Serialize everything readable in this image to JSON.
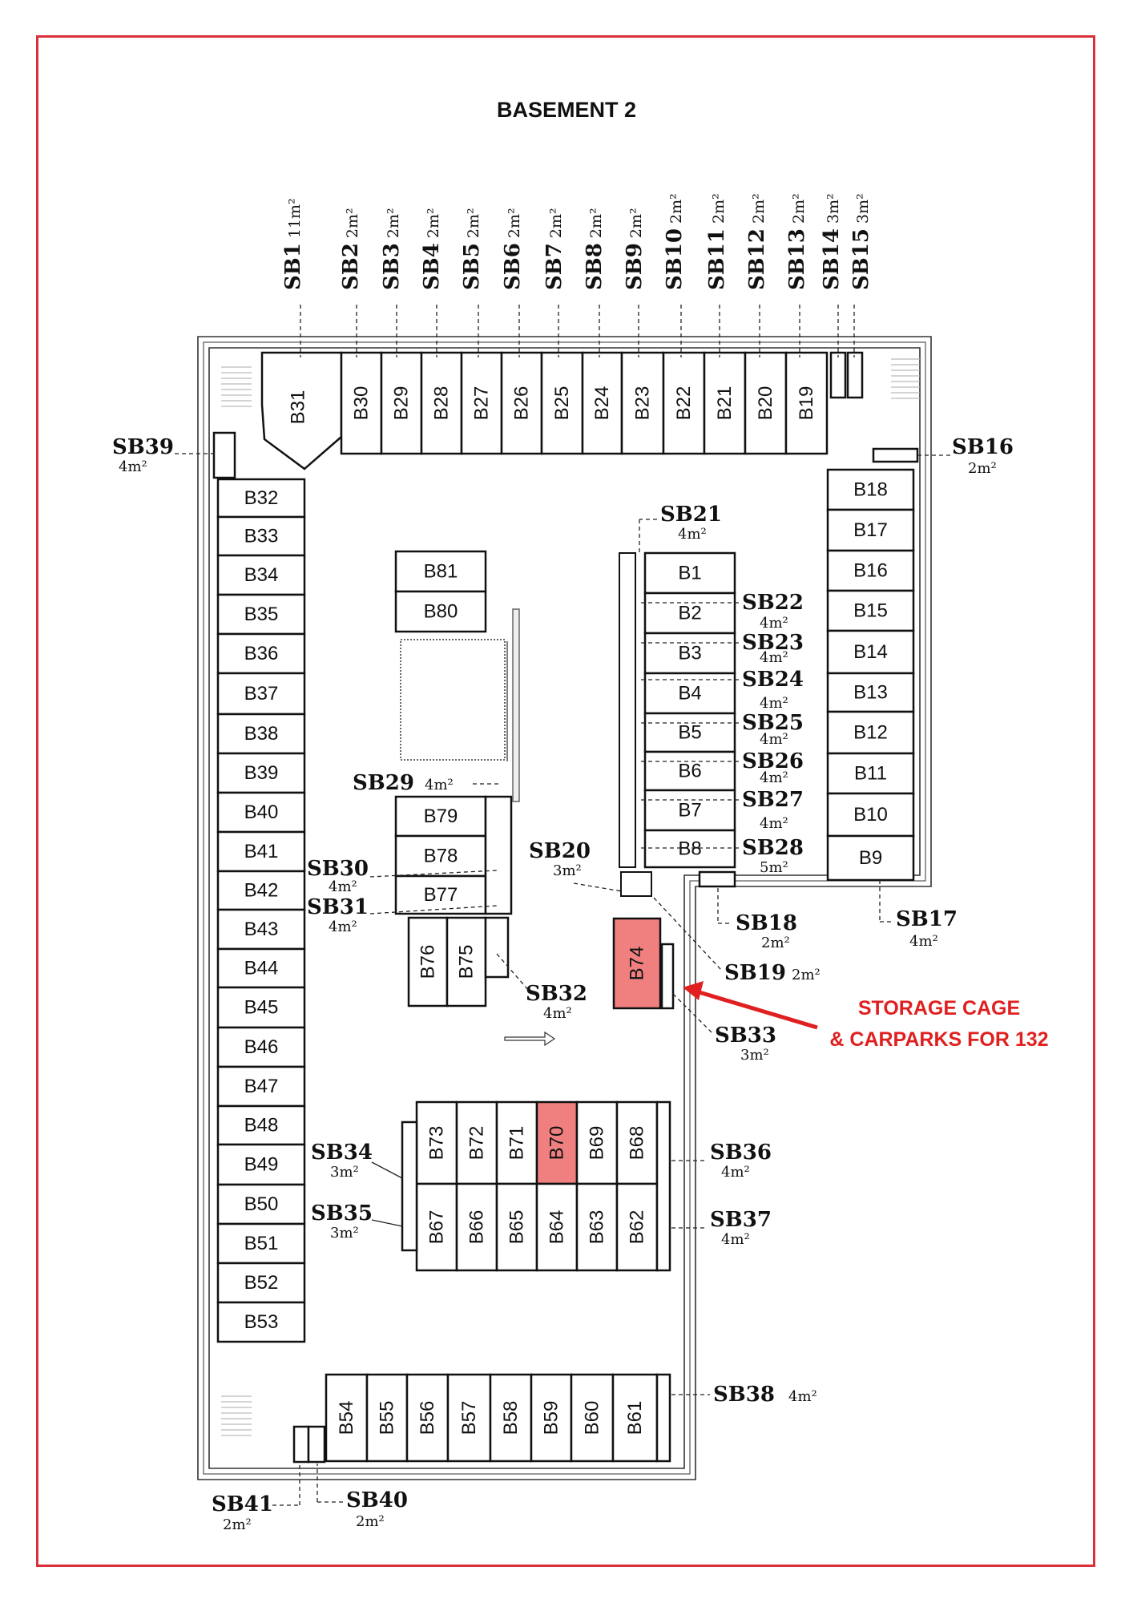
{
  "title": "BASEMENT 2",
  "colors": {
    "frame": "#d9303a",
    "highlight": "#f08080",
    "annotation": "#e02020",
    "ink": "#111111"
  },
  "annotation": {
    "line1": "STORAGE CAGE",
    "line2": "& CARPARKS FOR 132"
  },
  "highlighted_bays": [
    "B74",
    "B70"
  ],
  "top_bays": [
    "B31",
    "B30",
    "B29",
    "B28",
    "B27",
    "B26",
    "B25",
    "B24",
    "B23",
    "B22",
    "B21",
    "B20",
    "B19"
  ],
  "left_bays": [
    "B32",
    "B33",
    "B34",
    "B35",
    "B36",
    "B37",
    "B38",
    "B39",
    "B40",
    "B41",
    "B42",
    "B43",
    "B44",
    "B45",
    "B46",
    "B47",
    "B48",
    "B49",
    "B50",
    "B51",
    "B52",
    "B53"
  ],
  "right_bays": [
    "B18",
    "B17",
    "B16",
    "B15",
    "B14",
    "B13",
    "B12",
    "B11",
    "B10",
    "B9"
  ],
  "center_right_bays": [
    "B1",
    "B2",
    "B3",
    "B4",
    "B5",
    "B6",
    "B7",
    "B8"
  ],
  "center_left_top": [
    "B81",
    "B80"
  ],
  "center_left_mid": [
    "B79",
    "B78",
    "B77"
  ],
  "center_left_low": [
    "B76",
    "B75"
  ],
  "single_bay": "B74",
  "row_upper": [
    "B73",
    "B72",
    "B71",
    "B70",
    "B69",
    "B68"
  ],
  "row_lower": [
    "B67",
    "B66",
    "B65",
    "B64",
    "B63",
    "B62"
  ],
  "bottom_bays": [
    "B54",
    "B55",
    "B56",
    "B57",
    "B58",
    "B59",
    "B60",
    "B61"
  ],
  "top_storage": [
    {
      "id": "SB1",
      "size": "11m²"
    },
    {
      "id": "SB2",
      "size": "2m²"
    },
    {
      "id": "SB3",
      "size": "2m²"
    },
    {
      "id": "SB4",
      "size": "2m²"
    },
    {
      "id": "SB5",
      "size": "2m²"
    },
    {
      "id": "SB6",
      "size": "2m²"
    },
    {
      "id": "SB7",
      "size": "2m²"
    },
    {
      "id": "SB8",
      "size": "2m²"
    },
    {
      "id": "SB9",
      "size": "2m²"
    },
    {
      "id": "SB10",
      "size": "2m²"
    },
    {
      "id": "SB11",
      "size": "2m²"
    },
    {
      "id": "SB12",
      "size": "2m²"
    },
    {
      "id": "SB13",
      "size": "2m²"
    },
    {
      "id": "SB14",
      "size": "3m²"
    },
    {
      "id": "SB15",
      "size": "3m²"
    }
  ],
  "storage": {
    "SB39": {
      "id": "SB39",
      "size": "4m²"
    },
    "SB16": {
      "id": "SB16",
      "size": "2m²"
    },
    "SB21": {
      "id": "SB21",
      "size": "4m²"
    },
    "SB22": {
      "id": "SB22",
      "size": "4m²"
    },
    "SB23": {
      "id": "SB23",
      "size": "4m²"
    },
    "SB24": {
      "id": "SB24",
      "size": "4m²"
    },
    "SB25": {
      "id": "SB25",
      "size": "4m²"
    },
    "SB26": {
      "id": "SB26",
      "size": "4m²"
    },
    "SB27": {
      "id": "SB27",
      "size": "4m²"
    },
    "SB28": {
      "id": "SB28",
      "size": "5m²"
    },
    "SB29": {
      "id": "SB29",
      "size": "4m²"
    },
    "SB20": {
      "id": "SB20",
      "size": "3m²"
    },
    "SB30": {
      "id": "SB30",
      "size": "4m²"
    },
    "SB31": {
      "id": "SB31",
      "size": "4m²"
    },
    "SB18": {
      "id": "SB18",
      "size": "2m²"
    },
    "SB17": {
      "id": "SB17",
      "size": "4m²"
    },
    "SB19": {
      "id": "SB19",
      "size": "2m²"
    },
    "SB32": {
      "id": "SB32",
      "size": "4m²"
    },
    "SB33": {
      "id": "SB33",
      "size": "3m²"
    },
    "SB34": {
      "id": "SB34",
      "size": "3m²"
    },
    "SB35": {
      "id": "SB35",
      "size": "3m²"
    },
    "SB36": {
      "id": "SB36",
      "size": "4m²"
    },
    "SB37": {
      "id": "SB37",
      "size": "4m²"
    },
    "SB38": {
      "id": "SB38",
      "size": "4m²"
    },
    "SB41": {
      "id": "SB41",
      "size": "2m²"
    },
    "SB40": {
      "id": "SB40",
      "size": "2m²"
    }
  }
}
